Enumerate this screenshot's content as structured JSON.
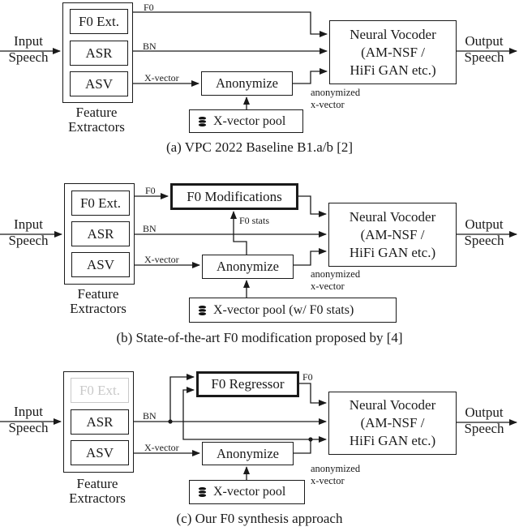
{
  "figure": {
    "colors": {
      "ink": "#1a1a1a",
      "disabled_gray": "#c9c9c9",
      "background": "#ffffff"
    },
    "icons": {
      "x_vector_pool": "database-icon"
    }
  },
  "diagrams": [
    {
      "label": "a",
      "input": {
        "line1": "Input",
        "line2": "Speech"
      },
      "feature_extractors": {
        "f0_ext": "F0 Ext.",
        "asr": "ASR",
        "asv": "ASV",
        "caption_line1": "Feature",
        "caption_line2": "Extractors"
      },
      "signals": {
        "f0": "F0",
        "bn": "BN",
        "x_vector": "X-vector"
      },
      "anonymize": "Anonymize",
      "x_vector_pool": "X-vector pool",
      "vocoder": {
        "line1": "Neural Vocoder",
        "line2": "(AM-NSF /",
        "line3": "HiFi GAN etc.)"
      },
      "anonymized_note": {
        "line1": "anonymized",
        "line2": "x-vector"
      },
      "output": {
        "line1": "Output",
        "line2": "Speech"
      },
      "caption": "(a) VPC 2022 Baseline B1.a/b [2]"
    },
    {
      "label": "b",
      "input": {
        "line1": "Input",
        "line2": "Speech"
      },
      "feature_extractors": {
        "f0_ext": "F0 Ext.",
        "asr": "ASR",
        "asv": "ASV",
        "caption_line1": "Feature",
        "caption_line2": "Extractors"
      },
      "signals": {
        "f0": "F0",
        "bn": "BN",
        "x_vector": "X-vector",
        "f0_stats": "F0 stats"
      },
      "f0_modifications": "F0 Modifications",
      "anonymize": "Anonymize",
      "x_vector_pool": "X-vector pool (w/ F0 stats)",
      "vocoder": {
        "line1": "Neural Vocoder",
        "line2": "(AM-NSF /",
        "line3": "HiFi GAN etc.)"
      },
      "anonymized_note": {
        "line1": "anonymized",
        "line2": "x-vector"
      },
      "output": {
        "line1": "Output",
        "line2": "Speech"
      },
      "caption": "(b) State-of-the-art F0 modification proposed by [4]"
    },
    {
      "label": "c",
      "input": {
        "line1": "Input",
        "line2": "Speech"
      },
      "feature_extractors": {
        "f0_ext": "F0 Ext.",
        "asr": "ASR",
        "asv": "ASV",
        "caption_line1": "Feature",
        "caption_line2": "Extractors"
      },
      "signals": {
        "bn": "BN",
        "x_vector": "X-vector",
        "f0_out": "F0"
      },
      "f0_regressor": "F0 Regressor",
      "anonymize": "Anonymize",
      "x_vector_pool": "X-vector pool",
      "vocoder": {
        "line1": "Neural Vocoder",
        "line2": "(AM-NSF /",
        "line3": "HiFi GAN etc.)"
      },
      "anonymized_note": {
        "line1": "anonymized",
        "line2": "x-vector"
      },
      "output": {
        "line1": "Output",
        "line2": "Speech"
      },
      "caption": "(c) Our F0 synthesis approach"
    }
  ]
}
